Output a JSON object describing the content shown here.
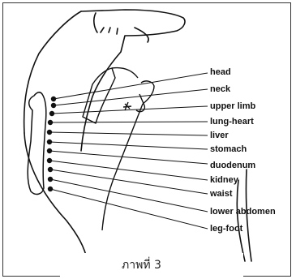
{
  "figure": {
    "labels": [
      "head",
      "neck",
      "upper limb",
      "lung-heart",
      "liver",
      "stomach",
      "duodenum",
      "kidney",
      "waist",
      "lower abdomen",
      "leg-foot"
    ],
    "caption": "ภาพที่ 3"
  },
  "colors": {
    "ink": "#111111",
    "frame": "#333333",
    "background": "#ffffff"
  }
}
